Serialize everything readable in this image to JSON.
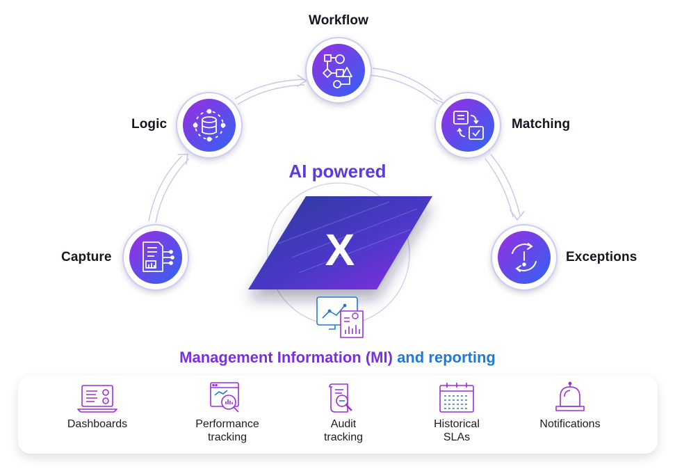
{
  "nodes": {
    "workflow": {
      "label": "Workflow"
    },
    "logic": {
      "label": "Logic"
    },
    "matching": {
      "label": "Matching"
    },
    "capture": {
      "label": "Capture"
    },
    "exceptions": {
      "label": "Exceptions"
    }
  },
  "center": {
    "title": "AI powered",
    "logo_text": "X"
  },
  "mi": {
    "title_part1": "Management Information (MI)",
    "title_part2": "and reporting"
  },
  "features": [
    {
      "label": "Dashboards",
      "icon": "dashboard-icon"
    },
    {
      "label": "Performance\ntracking",
      "icon": "performance-chart-icon"
    },
    {
      "label": "Audit\ntracking",
      "icon": "audit-magnifier-icon"
    },
    {
      "label": "Historical\nSLAs",
      "icon": "calendar-icon"
    },
    {
      "label": "Notifications",
      "icon": "bell-icon"
    }
  ],
  "colors": {
    "gradient_start": "#8a2be2",
    "gradient_end": "#1f6ff0",
    "arc": "#c9c6ea",
    "accent_purple": "#7a2fe0",
    "accent_blue": "#1f7ad6"
  }
}
